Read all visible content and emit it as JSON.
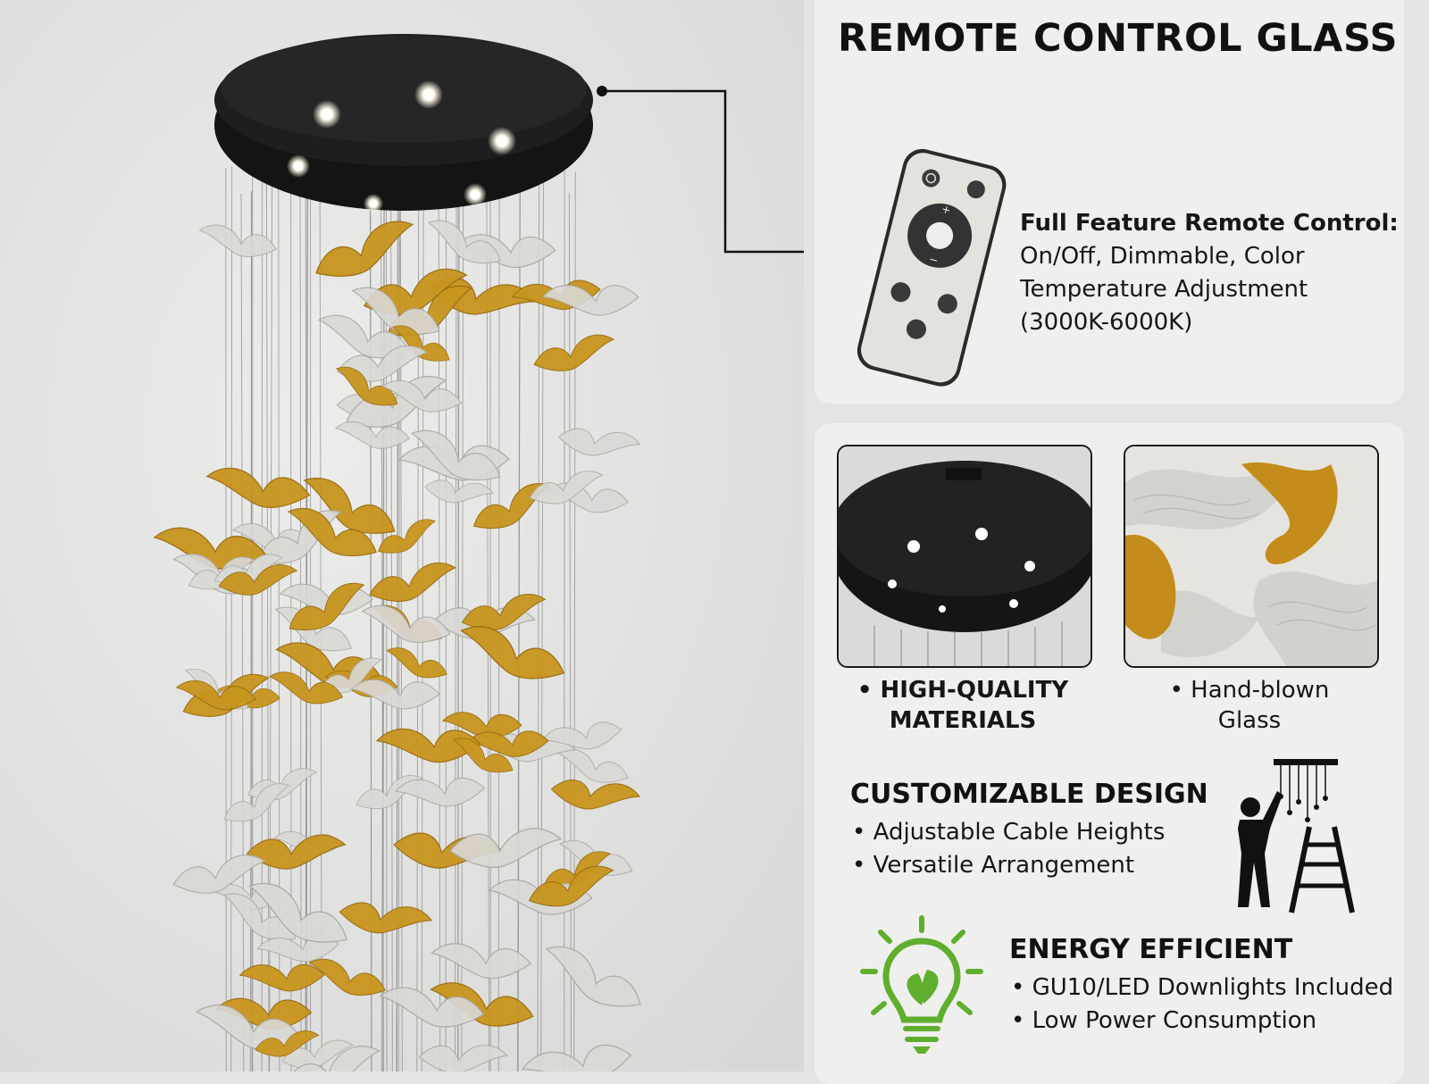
{
  "remote_panel": {
    "title": "REMOTE CONTROL GLASS",
    "feature_heading": "Full Feature Remote Control:",
    "feature_lines": [
      "On/Off, Dimmable, Color",
      "Temperature Adjustment",
      "(3000K-6000K)"
    ]
  },
  "features": {
    "materials_caption_lines": [
      "• HIGH-QUALITY",
      "MATERIALS"
    ],
    "glass_caption_lines": [
      "• Hand-blown",
      "Glass"
    ],
    "customizable": {
      "title": "CUSTOMIZABLE DESIGN",
      "items": [
        "Adjustable Cable Heights",
        "Versatile Arrangement"
      ]
    },
    "energy": {
      "title": "ENERGY EFFICIENT",
      "items": [
        "GU10/LED Downlights Included",
        "Low Power Consumption"
      ]
    }
  },
  "icons": [
    "remote-control-icon",
    "installer-ladder-icon",
    "lightbulb-leaf-icon"
  ],
  "colors": {
    "background": "#e4e4e2",
    "panel": "#efefed",
    "canopy": "#141414",
    "gold_glass": "#c8951e",
    "clear_glass": "#d9d9d6",
    "eco_green": "#5fae2e"
  }
}
